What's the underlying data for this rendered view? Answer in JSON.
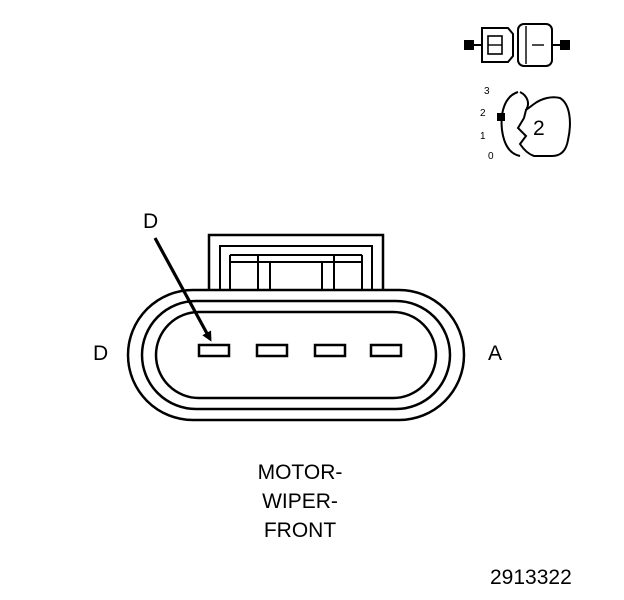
{
  "connector": {
    "caption_lines": [
      "MOTOR-",
      "WIPER-",
      "FRONT"
    ],
    "left_end_label": "D",
    "right_end_label": "A",
    "pointer_label": "D",
    "terminal_count": 4
  },
  "legend": {
    "position_ticks": [
      "3",
      "2",
      "1",
      "0"
    ],
    "active_position": "2"
  },
  "figure_number": "2913322"
}
